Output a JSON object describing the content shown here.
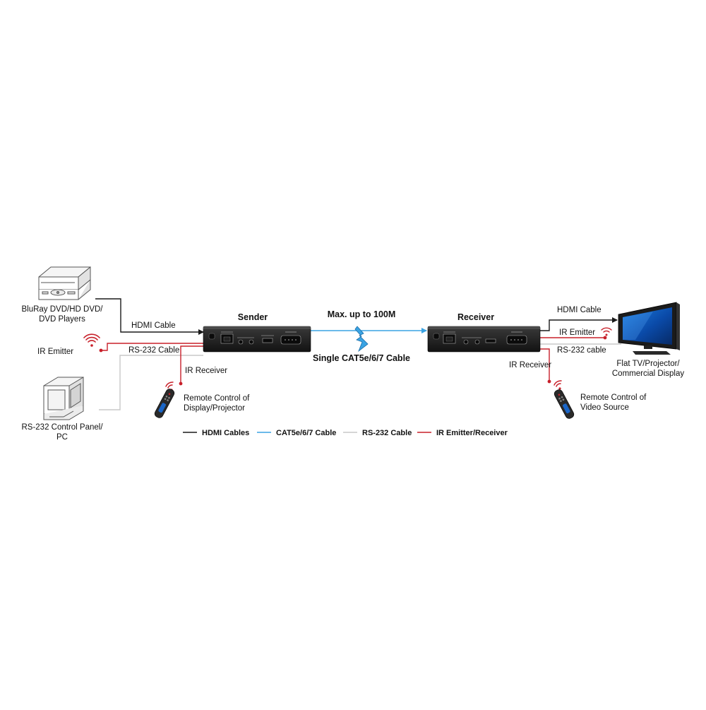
{
  "title": {
    "max_distance": "Max. up to 100M",
    "cable": "Single CAT5e/6/7 Cable"
  },
  "units": {
    "sender": "Sender",
    "receiver": "Receiver"
  },
  "devices": {
    "bluray_line1": "BluRay DVD/HD DVD/",
    "bluray_line2": "DVD Players",
    "pc_line1": "RS-232 Control Panel/",
    "pc_line2": "PC",
    "display_line1": "Flat TV/Projector/",
    "display_line2": "Commercial Display",
    "remote_left_line1": "Remote Control of",
    "remote_left_line2": "Display/Projector",
    "remote_right_line1": "Remote Control of",
    "remote_right_line2": "Video Source"
  },
  "cable_labels": {
    "hdmi_left": "HDMI Cable",
    "rs232_left": "RS-232 Cable",
    "ir_emitter_left": "IR Emitter",
    "ir_receiver_left": "IR Receiver",
    "hdmi_right": "HDMI Cable",
    "ir_emitter_right": "IR Emitter",
    "rs232_right": "RS-232 cable",
    "ir_receiver_right": "IR Receiver"
  },
  "legend": [
    {
      "label": "HDMI Cables",
      "color": "#1a1a1a"
    },
    {
      "label": "CAT5e/6/7 Cable",
      "color": "#3aa3e3"
    },
    {
      "label": "RS-232 Cable",
      "color": "#c8c8c8"
    },
    {
      "label": "IR Emitter/Receiver",
      "color": "#c8202a"
    }
  ],
  "colors": {
    "hdmi": "#1a1a1a",
    "cat": "#3aa3e3",
    "rs232": "#c8c8c8",
    "ir": "#c8202a"
  }
}
